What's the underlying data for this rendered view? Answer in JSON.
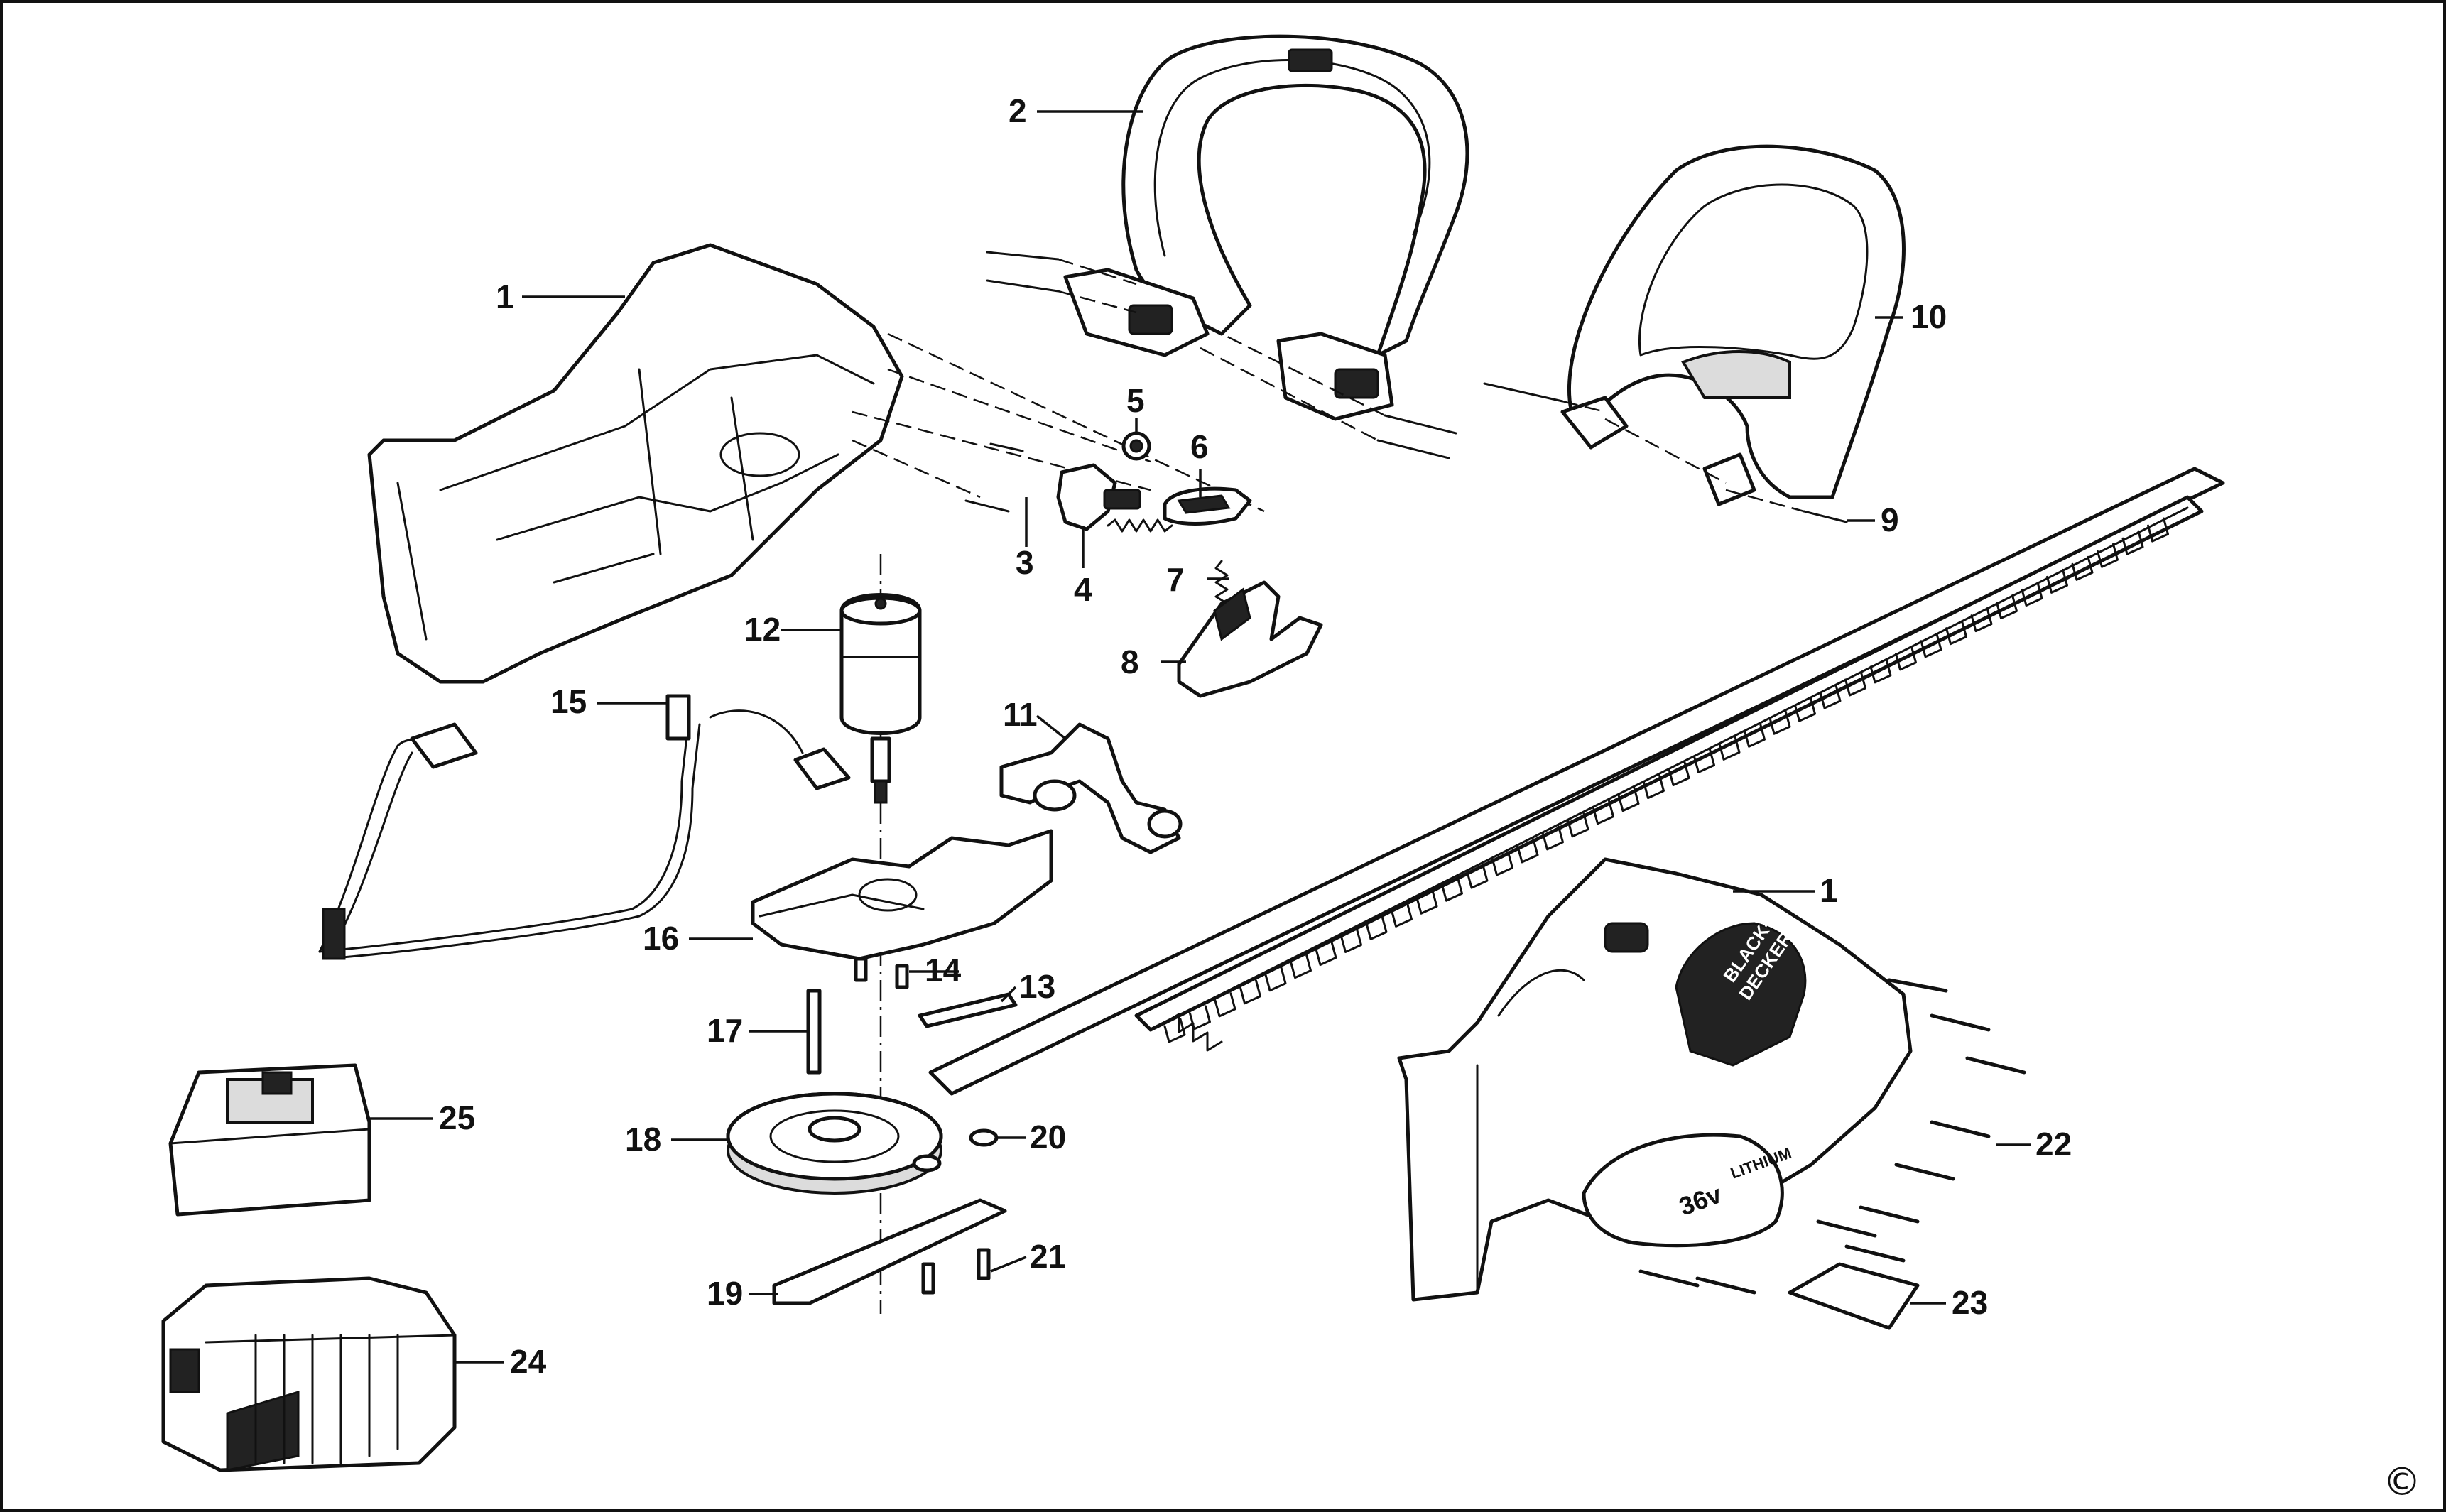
{
  "diagram": {
    "labels": [
      {
        "id": "lbl-1a",
        "text": "1"
      },
      {
        "id": "lbl-2",
        "text": "2"
      },
      {
        "id": "lbl-3",
        "text": "3"
      },
      {
        "id": "lbl-4",
        "text": "4"
      },
      {
        "id": "lbl-5",
        "text": "5"
      },
      {
        "id": "lbl-6",
        "text": "6"
      },
      {
        "id": "lbl-7",
        "text": "7"
      },
      {
        "id": "lbl-8",
        "text": "8"
      },
      {
        "id": "lbl-9",
        "text": "9"
      },
      {
        "id": "lbl-10",
        "text": "10"
      },
      {
        "id": "lbl-11",
        "text": "11"
      },
      {
        "id": "lbl-12",
        "text": "12"
      },
      {
        "id": "lbl-13",
        "text": "13"
      },
      {
        "id": "lbl-14",
        "text": "14"
      },
      {
        "id": "lbl-15",
        "text": "15"
      },
      {
        "id": "lbl-16",
        "text": "16"
      },
      {
        "id": "lbl-17",
        "text": "17"
      },
      {
        "id": "lbl-18",
        "text": "18"
      },
      {
        "id": "lbl-19",
        "text": "19"
      },
      {
        "id": "lbl-20",
        "text": "20"
      },
      {
        "id": "lbl-21",
        "text": "21"
      },
      {
        "id": "lbl-1b",
        "text": "1"
      },
      {
        "id": "lbl-22",
        "text": "22"
      },
      {
        "id": "lbl-23",
        "text": "23"
      },
      {
        "id": "lbl-24",
        "text": "24"
      },
      {
        "id": "lbl-25",
        "text": "25"
      }
    ],
    "brand_text_line1": "BLACK+",
    "brand_text_line2": "DECKER",
    "voltage_text": "36v",
    "battery_text": "LITHIUM",
    "copyright": "©"
  }
}
